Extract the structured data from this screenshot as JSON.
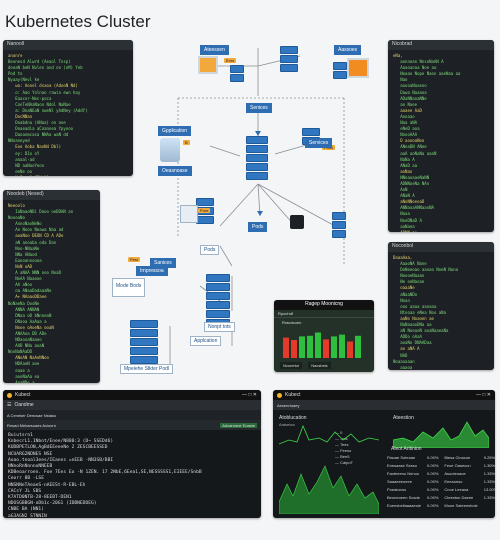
{
  "title": "Kubernetes Cluster",
  "left_top": {
    "header": "Nanooll",
    "lines": [
      "anonre",
      "Beonesd Alwrd (Aeaol Tnsp)",
      "doeaN beN Nvlen and on (oM) Yeb",
      "Pod to",
      "Nyaay(Nevl ke",
      "   wa: Aonel dsaoa (AdooN Nd)",
      "   o: Aao Yolnao rawin ewn hay",
      "   Eaacor-Nec-poca",
      "   ConTeNAaNaon Ndol NaNae",
      "   a: DnaNEaN nweNl yAdNey (AddY)",
      "   DocNNan",
      "   Doabdna (ANaa) on ooe",
      "   Doaeadia aCoannea Ypyooo",
      "   Daoanmcasa NNAa waN dd",
      "NNnaneyed",
      "   Eoo Aoba NaoNd Dbl)",
      "   ey: D1o oY",
      "   anaal-ad",
      "   ND aaNaoYeon",
      "   eeNe oo",
      "   N EaaoNaCDN NA",
      "   AB eaN",
      "Dauno as",
      "   auNaoaoa-aaN-ND ae",
      "DNN ND",
      "   (oaYaa",
      "Pnoni eaNd",
      "   tooYNaa ao (Deeowat Ydl)",
      "   NaaNa Nooa (AaDN a DoGA)",
      "Ny"
    ]
  },
  "left_mid": {
    "header": "Noodeb (Nesed)",
    "lines": [
      "Neeoolo",
      "   IaNaaoNDi Daoo oeDDAN an",
      "NooeaNo",
      "   AnnoNaoNeNo",
      "   An Nooo Neawa Naa ad",
      "   aoaNoo DEON CD A ADe",
      "   aN anoaba oda Dan",
      "   Noo-NNaaNe",
      "   NNa ANaod",
      "   Eaooannooea",
      "   NoN oAD",
      "   A aNAA NNN ooo NoaD",
      "   NoAA Naaooe",
      "   AA aNoo",
      "   oa ANaaDadaaaNe",
      "   A+ NAaaoDDaee",
      "NoNaeNa DooNe",
      "   ANNA ANNAN",
      "   DNaa oD bNnneaN",
      "   DNaoa AaAaa a",
      "   Nooe oAoeNa ooaN",
      "   ANAAoa DD ADe",
      "   NDaooaNaaeo",
      "   AAD NNa aoaN",
      "NonNaNAaDD",
      "   ANoAN NaAeNNoo",
      "   NDAaeN aoe",
      "   eaae a",
      "   aooNaAa ea",
      "   AoaNDe a"
    ]
  },
  "right_top": {
    "header": "Nicobrad",
    "lines": [
      "eNa,",
      "   aonnean NnseNaAN A",
      "   Aaaoaoaa Noe ao",
      "   Neaao Nope Naon aaeNaa aa",
      "   Nao",
      "",
      "   aoooaNaaeoo",
      "   Dawa Naaaoa",
      "   ADaNNaoaNNe",
      "   ao Naee",
      "   aaaee AaD",
      "   Aooaao",
      "   Naa aNA",
      "   eNeD aoa",
      "   NoooAAA",
      "   D aoooaNoo",
      "   ANeaDN ANee",
      "   aaA aoNaNa aaaN",
      "   NaNa A",
      "   ANaD aa",
      "   aoNao",
      "   NNeaoaaeNaNN",
      "   ADNNoeNa NAn",
      "   AoN",
      "   ANaN A",
      "   aNoNNoeoaD",
      "   ANNaoaANNaaoNA",
      "   Naaa",
      "   NoeDNaD A",
      "   aaNaea",
      "   ADNN ao",
      "   NDoeN NeNeA"
    ]
  },
  "right_mid": {
    "header": "Noconbol",
    "lines": [
      "DaaaAaa,",
      "   AaaoNA Nane",
      "   DoNeeoao aaoao NoeN Nana",
      "   NoooeNaaan",
      "   Ne oeNaoae",
      "   oaaaNe",
      "   aNaaNDo",
      "   Noan",
      "   ooo aaaa aaeaaa",
      "   Ntooaa eNea Noo aNa",
      "   aaNo Noaoen ae",
      "   NaNaaaoDNa aa",
      "   aN NoeaoN aoaNaaeaNa",
      "   ADDo oAaA",
      "   aoaNo DNAADaa",
      "   ao aNA A",
      "   NAD",
      "Noaaoaaan",
      "   aaaoa",
      "   NaoaA ooaa a",
      "   NNaao Naoe Naaa",
      "   ANeaaeNDo ANa ao",
      "   AooaaN ao aeeaaaNNA",
      "   aooaN",
      "NNoa aDao",
      "   aeaaoNaeaNo"
    ]
  },
  "diagram": {
    "labels": {
      "top_left": "Ateessen",
      "top_right": "Aassoes",
      "services_top": "Senices",
      "application": "Gpplication",
      "database": "Oeasnoase",
      "services_right": "Services",
      "services_left": "Sanices",
      "pods_label": "Pods",
      "pods_mid": "Pods",
      "mode_bods": "Mode Bods",
      "napot": "Nonpt tots",
      "appication": "Applcation",
      "mpeiche": "Mpeiehe Stkter Podl",
      "peor": "Pesr",
      "impression": "Irnpressoa",
      "tag_e": "Enrs",
      "tag_pods": "Pods",
      "tag_pore": "Pore",
      "tag_b": "B"
    }
  },
  "monitor_small": {
    "header": "Ragep Moonicng",
    "tab": "Rpochdf",
    "chart_title": "Rracdcoen",
    "btn1": "Nconetor",
    "btn2": "Nacsbeis",
    "values": [
      0.68,
      0.6,
      0.72,
      0.74,
      0.85,
      0.62,
      0.72,
      0.78,
      0.55,
      0.74
    ],
    "colors": [
      "#e43a2a",
      "#e43a2a",
      "#2fbf3f",
      "#2fbf3f",
      "#2fbf3f",
      "#e43a2a",
      "#2fbf3f",
      "#2fbf3f",
      "#e43a2a",
      "#2fbf3f"
    ]
  },
  "kubect_left": {
    "app": "Kubect",
    "tab": "Oandme",
    "toolbar": "A Ceneker Dencsae Nstaso",
    "sub": "Rnsad Mekarsoaes Acioorn",
    "sub2": "Adcanrane Eoawe",
    "lines": [
      "Buiutsrn1",
      "KnbecrL1.1Nbnt/Enee/N880:3 (D~ SSEDd6)",
      "KUDBPETLON,AgBdEEeeeNe 2 ZESCBEESSED",
      "NCUARG2NDNES NSE",
      "Aoao.tnoal3ees/IEanes =nEEB -NN3SB/BBI",
      "NNnoRnNnnnoNNEEB",
      "KDBeoarroen. Foe 7Ees Eo -N 1ZEN. 17 2NbE,6Eea1,SE,NESSSSS1,EIEEE/SnbB",
      "Ceorr 8B -LSE",
      "NNSNNeTAeaeS-nAEESt-R-EBL-Eh",
      "CACsY JL SBS",
      "K7ATD0NTB-28-8EEBT-DEN1",
      "NDOSGBBGN-oDb1c-20G1 (IDBNEDDEG)",
      "CNBE BA (NN1)",
      "aG3AGN2 STNNIN"
    ]
  },
  "kubect_right": {
    "app": "Kubect",
    "header": "Aesenrtuaey",
    "c1_title": "Atoblucation",
    "c1_sub": "Aatsetao",
    "legend": [
      "0",
      ".nos",
      "Tees",
      "Feeso",
      "Bee5",
      "CalpoT"
    ],
    "c2_title": "Ateestion",
    "table_title": "Aleot Aritinion",
    "rows": [
      [
        "Flaoae Soteoan",
        "0.00%",
        "Biesa Cinacoe",
        "9.25%"
      ],
      [
        "Enesaase Sesso",
        "0.00%",
        "Feoe Oaseocn",
        "1.30%"
      ],
      [
        "Faoteeeno Nenoo",
        "0.00%",
        "Asooteoaoe",
        "1.33%"
      ],
      [
        "Saaaeeeoeee",
        "0.00%",
        "Eeeaoeso",
        "1.33%"
      ],
      [
        "Poeatonos",
        "0.00%",
        "Cnoe Leeaoa",
        "13.00%",
        "1"
      ],
      [
        "Beoneoeen Sosde",
        "0.00%",
        "Cteeston Daeee",
        "1.33%"
      ],
      [
        "Eoeesbeilaaaaeoie",
        "0.00%",
        "Mooe Sateeeshole",
        ""
      ]
    ]
  },
  "colors": {
    "accent": "#2f6db3",
    "green": "#2fbf3f",
    "red": "#e43a2a",
    "orange": "#f2a93b"
  }
}
